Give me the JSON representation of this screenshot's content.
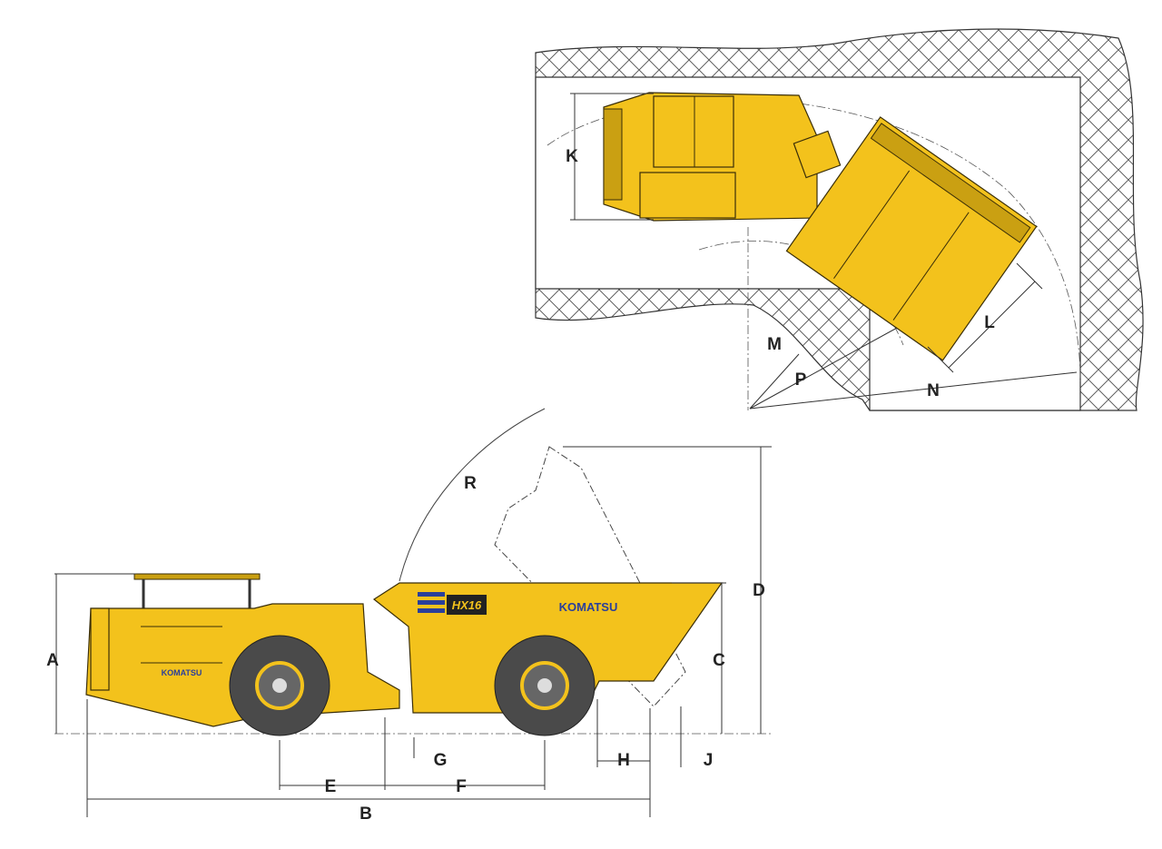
{
  "model": {
    "name": "HX16",
    "brand": "KOMATSU"
  },
  "colors": {
    "machine": "#f3c21c",
    "tire": "#4a4a4a",
    "stripe": "#2a3f9a"
  },
  "dimensions": {
    "A": "A",
    "B": "B",
    "C": "C",
    "D": "D",
    "E": "E",
    "F": "F",
    "G": "G",
    "H": "H",
    "J": "J",
    "K": "K",
    "L": "L",
    "M": "M",
    "N": "N",
    "P": "P",
    "R": "R"
  }
}
